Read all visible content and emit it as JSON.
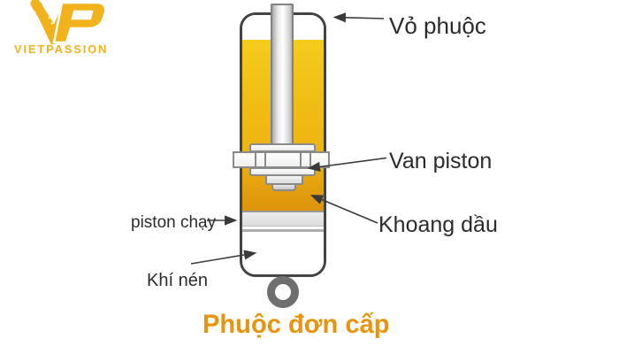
{
  "logo": {
    "monogram": "VP",
    "brand": "VIETPASSION"
  },
  "diagram": {
    "title": "Phuộc đơn cấp",
    "labels": {
      "shell": "Vỏ phuộc",
      "piston_valve": "Van piston",
      "oil_chamber": "Khoang dầu",
      "floating_piston": "piston chạy",
      "compressed_air": "Khí nén"
    },
    "colors": {
      "oil_yellow_top": "#F5CC1C",
      "oil_yellow_bottom": "#DD930B",
      "brand_gold": "#F2B21C",
      "title_orange": "#E8940F",
      "body_border": "#434343",
      "floating_piston_gray": "#E3E3E3",
      "ring_gray": "#6F6F6F",
      "label_text": "#2b2b2b",
      "leader_line": "#3a3a3a"
    }
  }
}
